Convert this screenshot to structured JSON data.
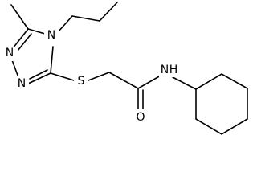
{
  "atoms": {
    "n_triazole_left_top": "N",
    "n_triazole_left_bottom": "N",
    "n_propyl": "N",
    "sulfur": "S",
    "oxygen": "O",
    "amide_n": "N",
    "amide_h": "H"
  }
}
